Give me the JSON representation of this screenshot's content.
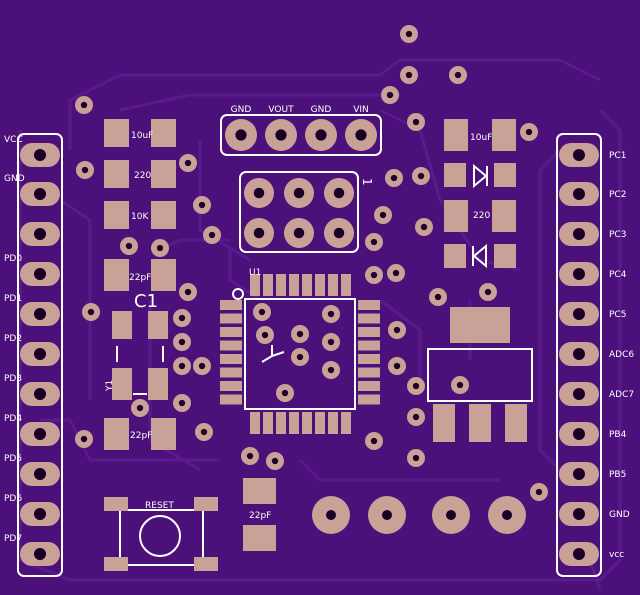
{
  "board": {
    "background": "#4b1079",
    "trace_color": "#5a1a8e",
    "copper_color": "#c9a197",
    "silk_color": "#ffffff"
  },
  "header_labels": [
    "GND",
    "VOUT",
    "GND",
    "VIN"
  ],
  "left_pins": [
    "VCC",
    "GND",
    "",
    "PD0",
    "PD1",
    "PD2",
    "PD3",
    "PD4",
    "PD5",
    "PD6",
    "PD7"
  ],
  "right_pins": [
    "PC1",
    "PC2",
    "PC3",
    "PC4",
    "PC5",
    "ADC6",
    "ADC7",
    "PB4",
    "PB5",
    "GND",
    "vcc"
  ],
  "components": {
    "cap_top_left": "10uF",
    "res_top_left": "220",
    "res_10k": "10K",
    "cap_22pf_a": "22pF",
    "c1_ref": "C1",
    "y1_ref": "Y1",
    "cap_22pf_b": "22pF",
    "cap_22pf_c": "22pF",
    "cap_top_right": "10uF",
    "res_right": "220",
    "u1_ref": "U1",
    "icsp_mark": "1",
    "reset_label": "RESET"
  }
}
